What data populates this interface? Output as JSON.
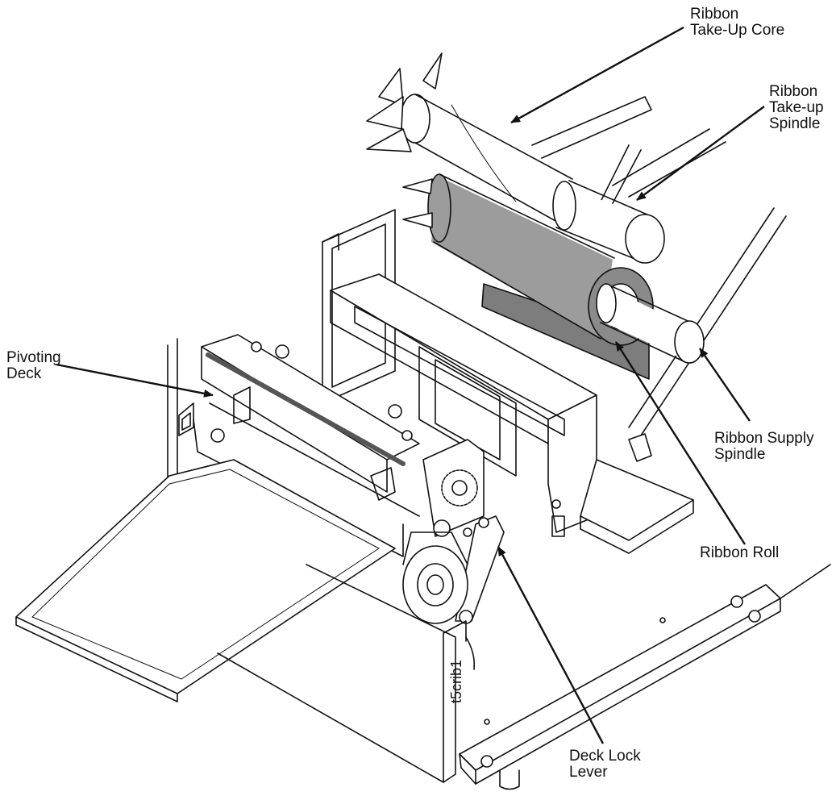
{
  "figure": {
    "id_label": "t5crib1"
  },
  "callouts": {
    "take_up_core": {
      "line1": "Ribbon",
      "line2": "Take-Up Core"
    },
    "take_up_spindle": {
      "line1": "Ribbon",
      "line2": "Take-up",
      "line3": "Spindle"
    },
    "pivoting_deck": {
      "line1": "Pivoting",
      "line2": "Deck"
    },
    "supply_spindle": {
      "line1": "Ribbon Supply",
      "line2": "Spindle"
    },
    "ribbon_roll": {
      "line1": "Ribbon Roll"
    },
    "deck_lock_lever": {
      "line1": "Deck Lock",
      "line2": "Lever"
    }
  },
  "colors": {
    "line": "#111111",
    "ribbon": "#9c9c9c",
    "ribbon_dark": "#7d7d7d",
    "background": "#ffffff"
  }
}
